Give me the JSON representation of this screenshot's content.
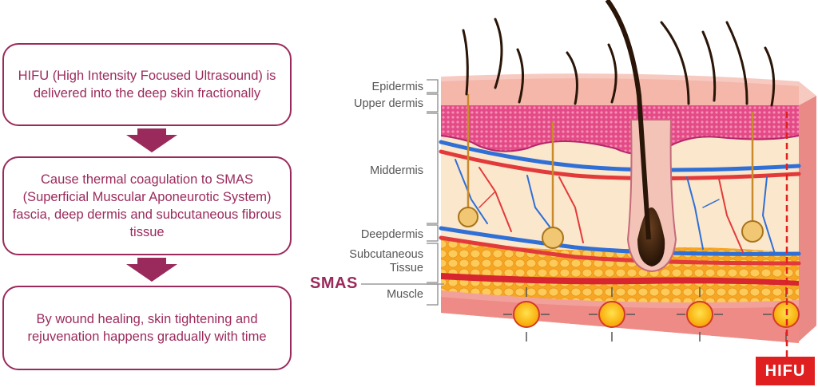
{
  "flow": {
    "step1": "HIFU (High Intensity Focused Ultrasound) is delivered into the deep skin fractionally",
    "step2": "Cause thermal coagulation to SMAS (Superficial Muscular Aponeurotic System) fascia, deep dermis and subcutaneous fibrous tissue",
    "step3": "By wound healing, skin tightening and rejuvenation happens gradually with time"
  },
  "layers": {
    "epidermis": "Epidermis",
    "upper_dermis": "Upper dermis",
    "middermis": "Middermis",
    "deepdermis": "Deepdermis",
    "subcutaneous": "Subcutaneous Tissue",
    "muscle": "Muscle"
  },
  "smas_label": "SMAS",
  "hifu_label": "HIFU",
  "colors": {
    "accent": "#9b2a5c",
    "hifu_red": "#e02020",
    "epidermis": "#f4b6a8",
    "upper_dermis": "#e9558f",
    "middermis": "#fbe8cf",
    "fat": "#f7b733",
    "muscle": "#f08c8c"
  }
}
